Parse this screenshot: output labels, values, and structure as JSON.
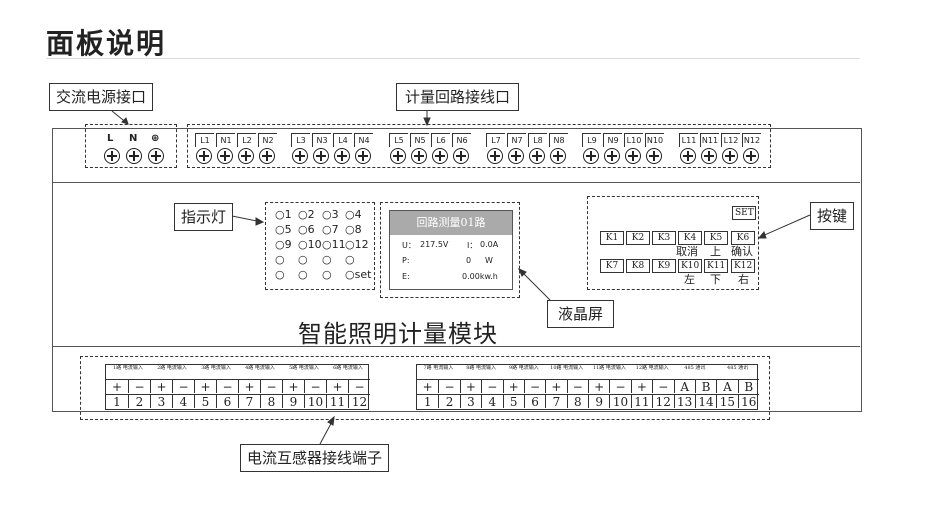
{
  "title": "面板说明",
  "labels": {
    "ac_power": "交流电源接口",
    "metering_wiring": "计量回路接线口",
    "indicator": "指示灯",
    "keys": "按键",
    "lcd": "液晶屏",
    "ct_terminal": "电流互感器接线端子"
  },
  "module_name": "智能照明计量模块",
  "power_terminals": [
    "L",
    "N",
    "⊕"
  ],
  "loop_labels": [
    [
      "L1",
      "N1",
      "L2",
      "N2"
    ],
    [
      "L3",
      "N3",
      "L4",
      "N4"
    ],
    [
      "L5",
      "N5",
      "L6",
      "N6"
    ],
    [
      "L7",
      "N7",
      "L8",
      "N8"
    ],
    [
      "L9",
      "N9",
      "L10",
      "N10"
    ],
    [
      "L11",
      "N11",
      "L12",
      "N12"
    ]
  ],
  "leds": [
    [
      "○1",
      "○2",
      "○3",
      "○4"
    ],
    [
      "○5",
      "○6",
      "○7",
      "○8"
    ],
    [
      "○9",
      "○10",
      "○11",
      "○12"
    ],
    [
      "○",
      "○",
      "○",
      "○"
    ],
    [
      "○",
      "○",
      "○",
      "○set"
    ]
  ],
  "lcd": {
    "header": "回路测量01路",
    "u_label": "U：",
    "u_value": "217.5V",
    "i_label": "I：",
    "i_value": "0.0A",
    "p_label": "P:",
    "p_value": "0",
    "p_unit": "W",
    "e_label": "E:",
    "e_value": "0.00kw.h"
  },
  "keys": {
    "set": "SET",
    "row1": [
      "K1",
      "K2",
      "K3",
      "K4",
      "K5",
      "K6"
    ],
    "row1_sub": [
      "取消",
      "上",
      "确认"
    ],
    "row2": [
      "K7",
      "K8",
      "K9",
      "K10",
      "K11",
      "K12"
    ],
    "row2_sub": [
      "左",
      "下",
      "右"
    ]
  },
  "ct_left": {
    "headers": [
      "1路 电流输入",
      "2路 电流输入",
      "3路 电流输入",
      "4路 电流输入",
      "5路 电流输入",
      "6路 电流输入"
    ],
    "signs": [
      "+",
      "−",
      "+",
      "−",
      "+",
      "−",
      "+",
      "−",
      "+",
      "−",
      "+",
      "−"
    ],
    "numbers": [
      "1",
      "2",
      "3",
      "4",
      "5",
      "6",
      "7",
      "8",
      "9",
      "10",
      "11",
      "12"
    ]
  },
  "ct_right": {
    "headers": [
      "7路 电流输入",
      "8路 电流输入",
      "9路 电流输入",
      "10路 电流输入",
      "11路 电流输入",
      "12路 电流输入",
      "485 通讯",
      "485 通讯"
    ],
    "signs": [
      "+",
      "−",
      "+",
      "−",
      "+",
      "−",
      "+",
      "−",
      "+",
      "−",
      "+",
      "−",
      "A",
      "B",
      "A",
      "B"
    ],
    "numbers": [
      "1",
      "2",
      "3",
      "4",
      "5",
      "6",
      "7",
      "8",
      "9",
      "10",
      "11",
      "12",
      "13",
      "14",
      "15",
      "16"
    ]
  }
}
